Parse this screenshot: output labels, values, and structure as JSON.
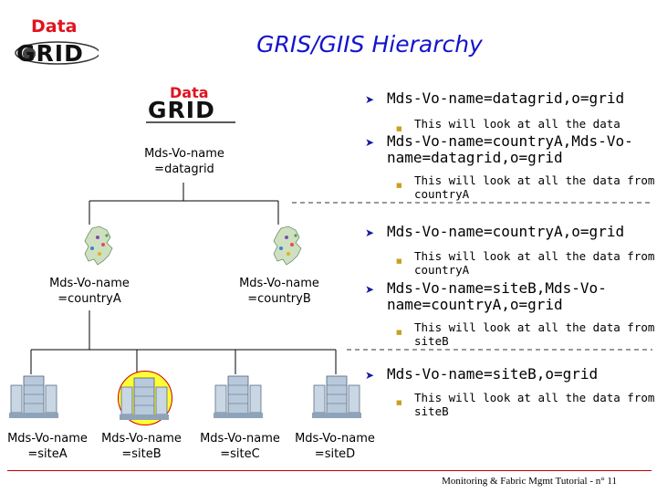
{
  "title": "GRIS/GIIS Hierarchy",
  "logo": {
    "word1": "Data",
    "word2": "GRID"
  },
  "colors": {
    "title": "#1414cc",
    "logo_red": "#e0141e",
    "logo_black": "#111111",
    "highlight": "#ffff33",
    "dashed": "#333333",
    "footer_rule": "#c00000"
  },
  "nodes": {
    "root": {
      "line1": "Mds-Vo-name",
      "line2": "=datagrid",
      "icon": "datagrid-logo-icon"
    },
    "countryA": {
      "line1": "Mds-Vo-name",
      "line2": "=countryA",
      "icon": "europe-map-icon"
    },
    "countryB": {
      "line1": "Mds-Vo-name",
      "line2": "=countryB",
      "icon": "europe-map-icon"
    },
    "siteA": {
      "line1": "Mds-Vo-name",
      "line2": "=siteA",
      "icon": "server-cluster-icon"
    },
    "siteB": {
      "line1": "Mds-Vo-name",
      "line2": "=siteB",
      "icon": "server-cluster-icon",
      "highlighted": true
    },
    "siteC": {
      "line1": "Mds-Vo-name",
      "line2": "=siteC",
      "icon": "server-cluster-icon"
    },
    "siteD": {
      "line1": "Mds-Vo-name",
      "line2": "=siteD",
      "icon": "server-cluster-icon"
    }
  },
  "bullets": [
    {
      "main1": "Mds-Vo-name=datagrid,o=grid",
      "main2": "",
      "sub1": "This will look at all the data",
      "sub2": ""
    },
    {
      "main1": "Mds-Vo-name=countryA,Mds-Vo-",
      "main2": "name=datagrid,o=grid",
      "sub1": "This will look at all the data from",
      "sub2": "countryA"
    },
    {
      "main1": "Mds-Vo-name=countryA,o=grid",
      "main2": "",
      "sub1": "This will look at all the data from",
      "sub2": "countryA"
    },
    {
      "main1": "Mds-Vo-name=siteB,Mds-Vo-",
      "main2": "name=countryA,o=grid",
      "sub1": "This will look at all the data from",
      "sub2": "siteB"
    },
    {
      "main1": "Mds-Vo-name=siteB,o=grid",
      "main2": "",
      "sub1": "This will look at all the data from",
      "sub2": "siteB"
    }
  ],
  "footer": "Monitoring & Fabric Mgmt Tutorial - n° 11"
}
